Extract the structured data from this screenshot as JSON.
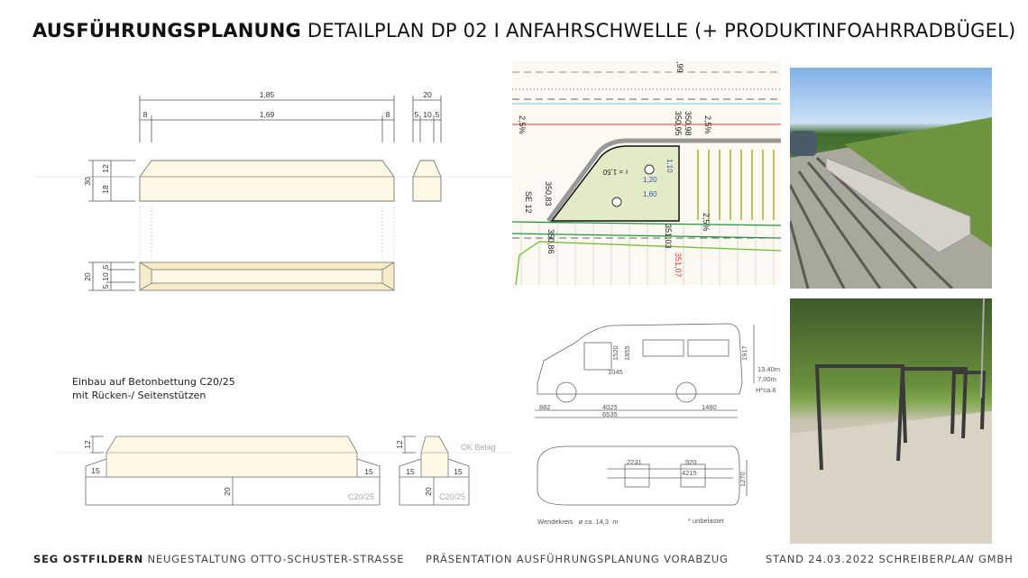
{
  "header": {
    "title_bold": "AUSFÜHRUNGSPLANUNG",
    "title_rest": "DETAILPLAN DP 02  I  ANFAHRSCHWELLE  (+ PRODUKTINFOAHRRADBÜGEL)"
  },
  "detail_drawing": {
    "dim_total_length": "1,85",
    "dim_chamfer_left": "8",
    "dim_middle_length": "1,69",
    "dim_chamfer_right": "8",
    "dim_section_width": "20",
    "dim_section_parts": [
      "5",
      "10",
      "5"
    ],
    "dim_height_total": "30",
    "dim_height_top": "12",
    "dim_height_base": "18",
    "dim_plan_width": "20",
    "dim_plan_parts": [
      "5",
      "10",
      "5"
    ]
  },
  "installation": {
    "note_line1": "Einbau auf Betonbettung C20/25",
    "note_line2": "mit Rücken-/ Seitenstützen",
    "dim_top": "12",
    "dim_support": "15",
    "dim_bed": "20",
    "concrete_label": "C20/25",
    "surface_label": "OK Belag"
  },
  "site_plan": {
    "labels": [
      ",99",
      "350,98",
      "350,95",
      "2,5%",
      "2,5%",
      "2,5%",
      "r = 1,50",
      "1,10",
      "1,20",
      "1,60",
      "350,83",
      "SE 12",
      "350,86",
      "351,03",
      "351,07"
    ]
  },
  "vehicle_drawing": {
    "dims_side": [
      "1520",
      "1855",
      "1045",
      "1917",
      "882",
      "4025",
      "1480",
      "6535"
    ],
    "dims_right": [
      "13,40m",
      "7,00m",
      "H*ca.6"
    ],
    "dims_top": [
      "2231",
      "920",
      "4215",
      "1270"
    ],
    "turning_circle": "Wendekreis   ø ca. 14,3  m",
    "unloaded_note": "* unbelastet"
  },
  "footer": {
    "left_bold": "SEG OSTFILDERN",
    "left_rest": "NEUGESTALTUNG OTTO-SCHUSTER-STRASSE",
    "center": "PRÄSENTATION AUSFÜHRUNGSPLANUNG VORABZUG",
    "right_prefix": "STAND 24.03.2022 SCHREIBER",
    "right_italic": "PLAN",
    "right_suffix": " GMBH"
  },
  "colors": {
    "concrete_fill": "#fdf8e6",
    "concrete_fill_dark": "#f6ecc8",
    "plan_green": "#e3ebc6"
  }
}
